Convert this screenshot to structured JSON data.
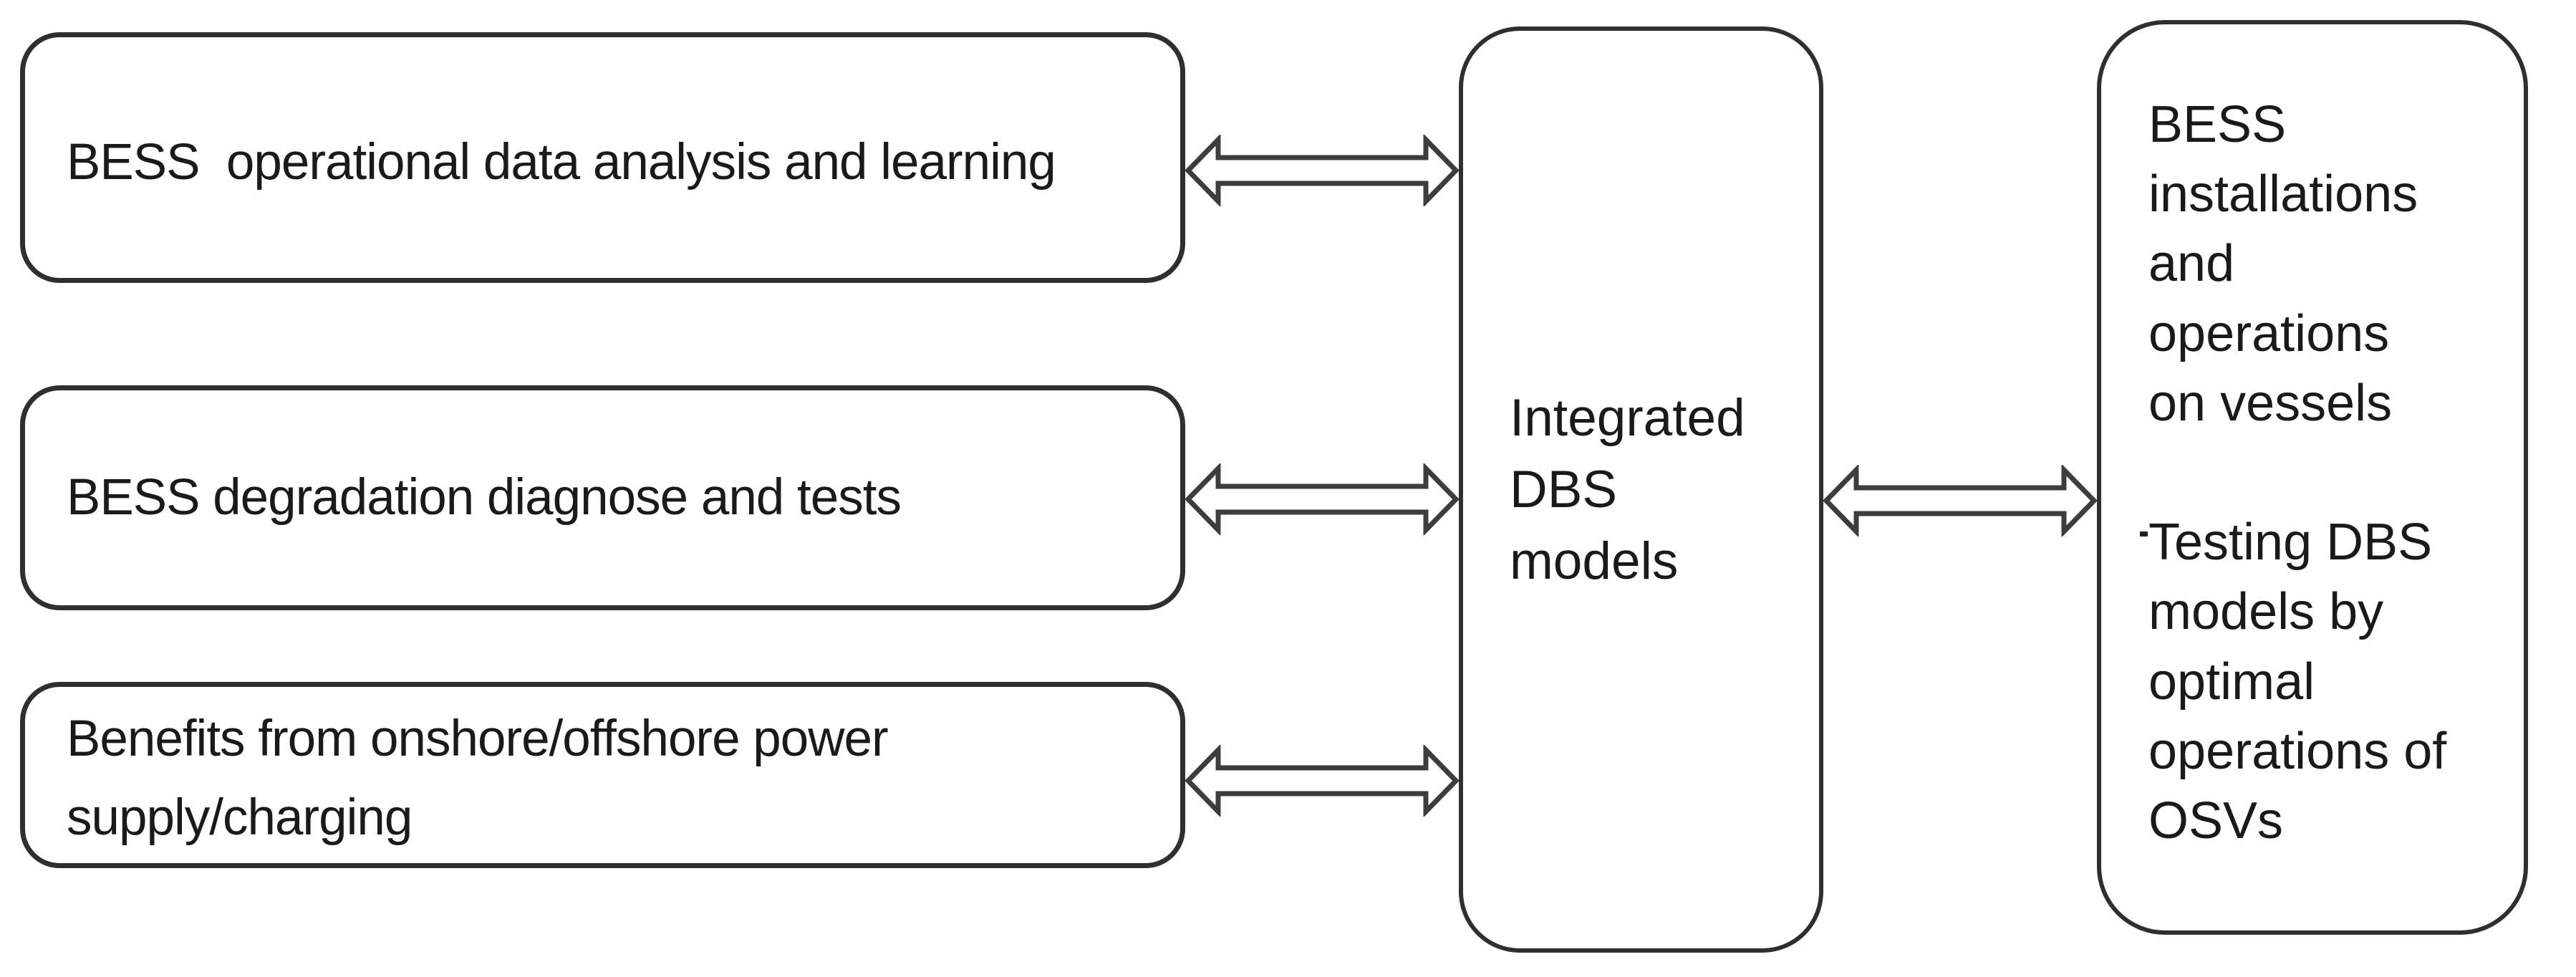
{
  "diagram_title": "Integrated DBS models diagram",
  "colors": {
    "box_border": "#2f2f2f",
    "text": "#1a1a1a",
    "arrow_outline": "#3d3d3d",
    "arrow_fill": "#ffffff",
    "background": "#ffffff"
  },
  "boxes": {
    "left": [
      {
        "id": "left-box-1",
        "label": "BESS  operational data analysis and learning"
      },
      {
        "id": "left-box-2",
        "label": "BESS degradation diagnose and tests"
      },
      {
        "id": "left-box-3",
        "label": "Benefits from onshore/offshore power\nsupply/charging"
      }
    ],
    "center": {
      "id": "center-box",
      "label": "Integrated\nDBS\nmodels"
    },
    "right": {
      "id": "right-box",
      "label": "BESS\ninstallations\nand\noperations\non vessels\n\nTesting DBS\nmodels by\noptimal\noperations of\nOSVs"
    }
  },
  "arrows": [
    {
      "id": "arrow-left1-center",
      "from": "BESS  operational data analysis and learning",
      "to": "Integrated DBS models",
      "direction": "bidirectional"
    },
    {
      "id": "arrow-left2-center",
      "from": "BESS degradation diagnose and tests",
      "to": "Integrated DBS models",
      "direction": "bidirectional"
    },
    {
      "id": "arrow-left3-center",
      "from": "Benefits from onshore/offshore power supply/charging",
      "to": "Integrated DBS models",
      "direction": "bidirectional"
    },
    {
      "id": "arrow-center-right",
      "from": "Integrated DBS models",
      "to": "BESS installations and operations on vessels / Testing DBS models by optimal operations of OSVs",
      "direction": "bidirectional"
    }
  ]
}
